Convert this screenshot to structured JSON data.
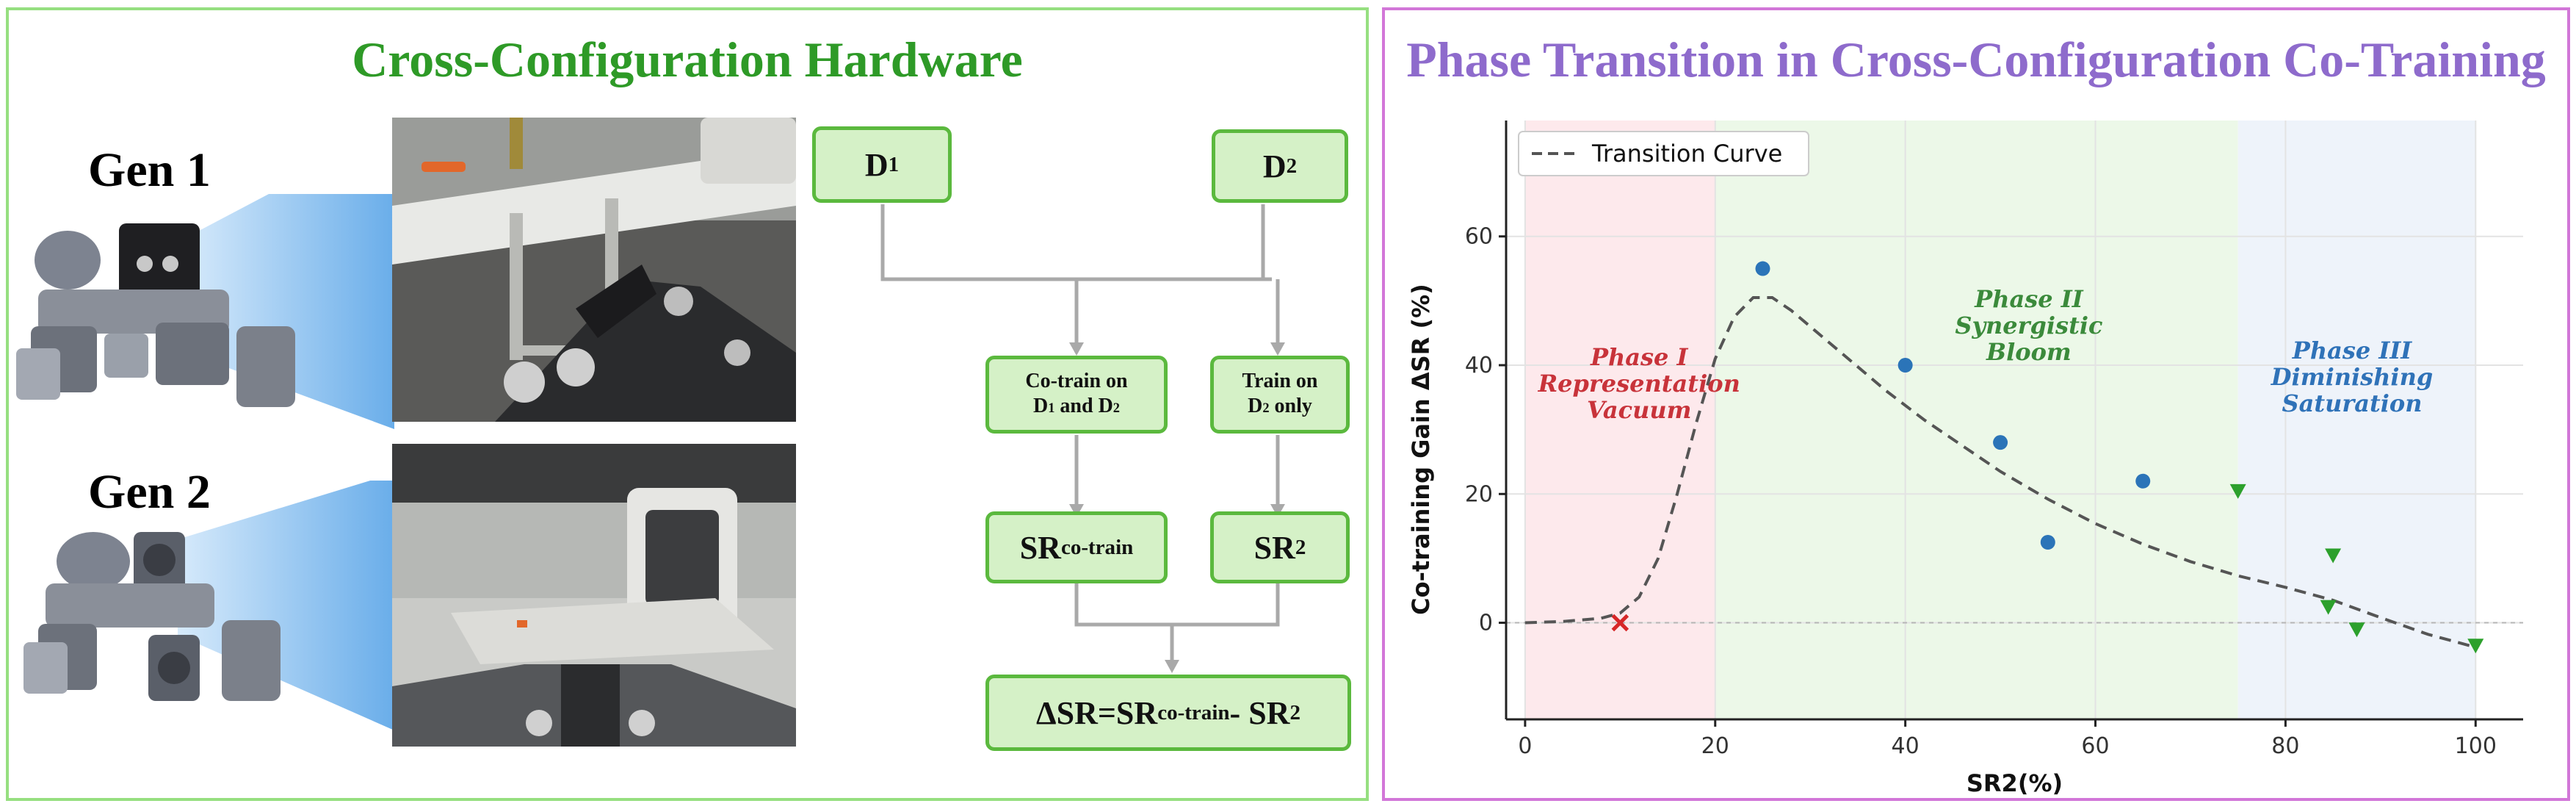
{
  "left": {
    "title": "Cross-Configuration Hardware",
    "gen1": "Gen 1",
    "gen2": "Gen 2"
  },
  "flow": {
    "d1": "D",
    "d1_sub": "1",
    "d2": "D",
    "d2_sub": "2",
    "cotrain_line1": "Co-train on",
    "cotrain_line2_a": "D",
    "cotrain_line2_a_sub": "1",
    "cotrain_line2_mid": " and D",
    "cotrain_line2_b_sub": "2",
    "train_line1": "Train on",
    "train_line2": "D",
    "train_line2_sub": "2",
    "train_line2_rest": " only",
    "sr_cotrain": "SR",
    "sr_cotrain_sub": "co-train",
    "sr2": "SR",
    "sr2_sub": "2",
    "delta_a": "ΔSR=SR",
    "delta_sub": "co-train",
    "delta_b": " - SR",
    "delta_sub2": "2"
  },
  "right": {
    "title": "Phase Transition in Cross-Configuration Co-Training"
  },
  "colors": {
    "left_border": "#96df80",
    "right_border": "#d277d8",
    "left_title": "#2e9a27",
    "right_title": "#8e6bcc",
    "box_fill": "#d5f1c7",
    "box_border": "#5bb93e",
    "phase1": "#c8333a",
    "phase2": "#3b8a3b",
    "phase3": "#2f72b8",
    "blue_points": "#2b74b8",
    "green_points": "#2ca02c",
    "red_point": "#d62728"
  },
  "chart_data": {
    "type": "scatter",
    "xlabel": "SR2(%)",
    "ylabel": "Co-training Gain ΔSR (%)",
    "xlim": [
      -2,
      105
    ],
    "ylim": [
      -15,
      78
    ],
    "x_ticks": [
      0,
      20,
      40,
      60,
      80,
      100
    ],
    "y_ticks": [
      0,
      20,
      40,
      60
    ],
    "grid": true,
    "legend": {
      "position": "top-left",
      "entries": [
        "Transition Curve"
      ]
    },
    "phases": [
      {
        "label_lines": [
          "Phase I",
          "Representation",
          "Vacuum"
        ],
        "x_range": [
          0,
          20
        ],
        "label_x": 12,
        "label_y": 40,
        "fill": "#fde9ec",
        "text_color": "#c8333a"
      },
      {
        "label_lines": [
          "Phase II",
          "Synergistic",
          "Bloom"
        ],
        "x_range": [
          20,
          75
        ],
        "label_x": 53,
        "label_y": 49,
        "fill": "#ecf8e8",
        "text_color": "#3b8a3b"
      },
      {
        "label_lines": [
          "Phase III",
          "Diminishing",
          "Saturation"
        ],
        "x_range": [
          75,
          100
        ],
        "label_x": 87,
        "label_y": 41,
        "fill": "#eef3fa",
        "text_color": "#2f72b8"
      }
    ],
    "curve": {
      "name": "Transition Curve",
      "x": [
        0,
        4,
        8,
        10,
        12,
        14,
        16,
        18,
        20,
        22,
        24,
        26,
        28,
        30,
        34,
        38,
        42,
        46,
        50,
        55,
        60,
        65,
        70,
        75,
        80,
        85,
        90,
        95,
        100
      ],
      "y": [
        0,
        0.2,
        0.7,
        1.5,
        4,
        10,
        20,
        31,
        41,
        47.5,
        50.5,
        50.5,
        48.5,
        46,
        41,
        36,
        31.5,
        27.5,
        23.5,
        19.2,
        15.4,
        12.2,
        9.5,
        7.3,
        5.5,
        3.5,
        0.8,
        -1.8,
        -3.8
      ]
    },
    "series": [
      {
        "marker": "circle",
        "color": "#2b74b8",
        "x": [
          25,
          40,
          50,
          55,
          65
        ],
        "y": [
          55,
          40,
          28,
          12.5,
          22
        ]
      },
      {
        "marker": "triangle-down",
        "color": "#2ca02c",
        "x": [
          75,
          85,
          84.5,
          87.5,
          100
        ],
        "y": [
          20.5,
          10.5,
          2.5,
          -1,
          -3.5
        ]
      },
      {
        "marker": "x",
        "color": "#d62728",
        "x": [
          10
        ],
        "y": [
          0
        ]
      }
    ],
    "zero_line": 0
  }
}
